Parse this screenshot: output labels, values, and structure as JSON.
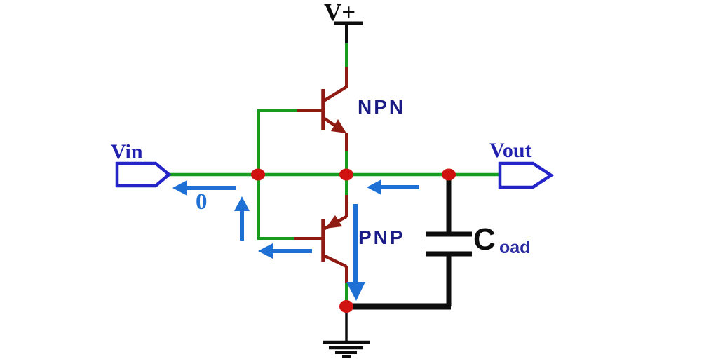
{
  "diagram_type": "circuit-schematic",
  "description": "Push-pull (complementary NPN/PNP emitter-follower) output stage driving a load capacitor, with blue arrows indicating current flow and a red junction dots at wire nodes",
  "labels": {
    "supply": "V+",
    "input_terminal": "Vin",
    "output_terminal": "Vout",
    "npn_transistor": "NPN",
    "pnp_transistor": "PNP",
    "current_zero": "0",
    "capacitor_main": "C",
    "capacitor_sub": "oad"
  },
  "colors": {
    "background": "#ffffff",
    "wire": "#189c1e",
    "component": "#8e1a12",
    "junction": "#d01310",
    "arrow": "#1e70d4",
    "terminal_outline": "#2424c8",
    "terminal_text": "#201fae",
    "transistor_text": "#1b1b85",
    "cap_sub_text": "#2b2ba2",
    "black": "#0d0d0d"
  }
}
